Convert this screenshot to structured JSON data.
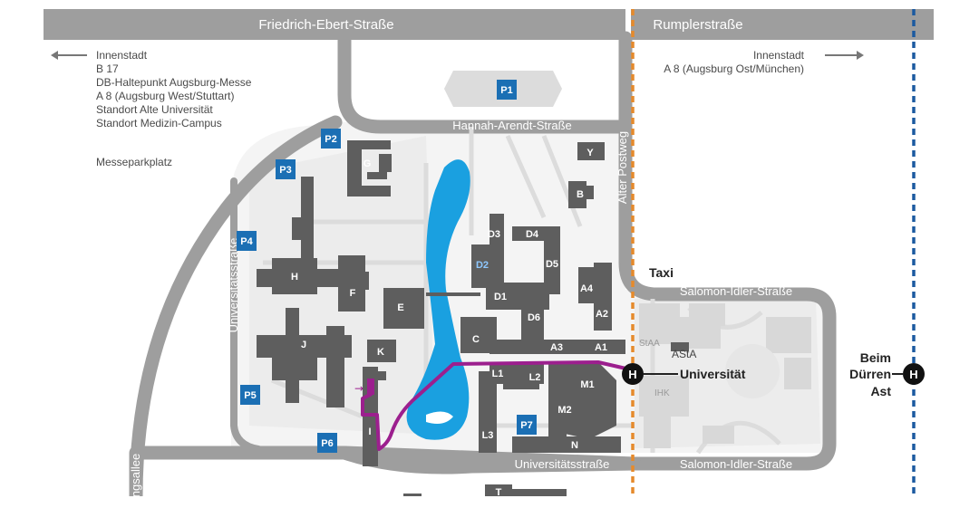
{
  "streets": {
    "top_left": "Friedrich-Ebert-Straße",
    "top_right": "Rumplerstraße",
    "hannah": "Hannah-Arendt-Straße",
    "postweg": "Alter Postweg",
    "salomon_top": "Salomon-Idler-Straße",
    "salomon_bottom": "Salomon-Idler-Straße",
    "uni_bottom": "Universitätsstraße",
    "uni_left": "Universitätsstraße",
    "allee": "ngsallee"
  },
  "directions": {
    "left": [
      "Innenstadt",
      "B 17",
      "DB-Haltepunkt Augsburg-Messe",
      "A 8 (Augsburg West/Stuttart)",
      "Standort Alte Universität",
      "Standort Medizin-Campus"
    ],
    "messe": "Messeparkplatz",
    "right": [
      "Innenstadt",
      "A 8 (Augsburg Ost/München)"
    ]
  },
  "parking": [
    "P1",
    "P2",
    "P3",
    "P4",
    "P5",
    "P6",
    "P7"
  ],
  "buildings": {
    "G": "G",
    "H": "H",
    "F": "F",
    "E": "E",
    "J": "J",
    "K": "K",
    "I": "I",
    "C": "C",
    "D1": "D1",
    "D2": "D2",
    "D3": "D3",
    "D4": "D4",
    "D5": "D5",
    "D6": "D6",
    "A1": "A1",
    "A2": "A2",
    "A3": "A3",
    "A4": "A4",
    "B": "B",
    "Y": "Y",
    "L1": "L1",
    "L2": "L2",
    "L3": "L3",
    "M1": "M1",
    "M2": "M2",
    "N": "N",
    "T": "T"
  },
  "stops": {
    "universitaet": "Universität",
    "beim": [
      "Beim",
      "Dürren",
      "Ast"
    ],
    "symbol": "H"
  },
  "misc": {
    "taxi": "Taxi",
    "staa": "StAA",
    "asta": "AStA",
    "ihk": "IHK"
  },
  "colors": {
    "road": "#9e9e9e",
    "building": "#5e5e5e",
    "area": "#e9e9e9",
    "water": "#1aa0e0",
    "parking": "#1b6fb4",
    "route": "#9c1f8e",
    "tram_orange": "#e58a2c",
    "tram_blue": "#1c5aa0"
  }
}
